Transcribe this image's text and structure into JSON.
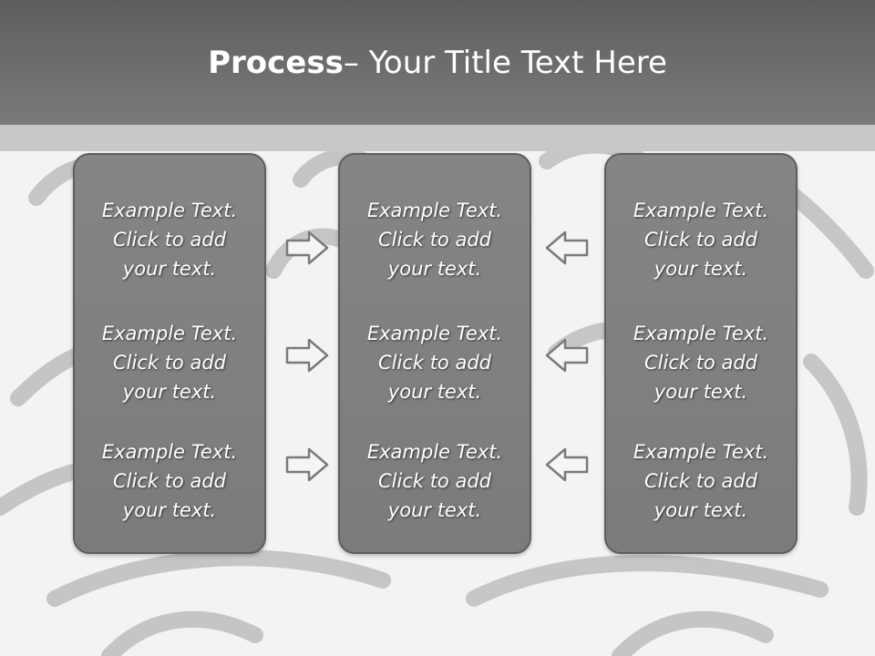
{
  "slide": {
    "title_bold": "Process",
    "title_rest": " – Your Title Text Here"
  },
  "panels": [
    {
      "blocks": [
        {
          "line1": "Example Text.",
          "line2": "Click  to add",
          "line3": "your text."
        },
        {
          "line1": "Example Text.",
          "line2": "Click  to add",
          "line3": "your text."
        },
        {
          "line1": "Example Text.",
          "line2": "Click  to add",
          "line3": "your text."
        }
      ]
    },
    {
      "blocks": [
        {
          "line1": "Example Text.",
          "line2": "Click  to add",
          "line3": "your text."
        },
        {
          "line1": "Example Text.",
          "line2": "Click  to add",
          "line3": "your text."
        },
        {
          "line1": "Example Text.",
          "line2": "Click  to add",
          "line3": "your text."
        }
      ]
    },
    {
      "blocks": [
        {
          "line1": "Example Text.",
          "line2": "Click  to add",
          "line3": "your text."
        },
        {
          "line1": "Example Text.",
          "line2": "Click  to add",
          "line3": "your text."
        },
        {
          "line1": "Example Text.",
          "line2": "Click  to add",
          "line3": "your text."
        }
      ]
    }
  ],
  "colors": {
    "header": "#6b6b6b",
    "panel": "#808080",
    "panel_border": "#5e5e5e",
    "arrow_fill": "#f5f5f5",
    "arrow_stroke": "#7a7a7a",
    "background": "#f3f3f3"
  },
  "icons": {
    "arrow_right": "arrow-right-icon",
    "arrow_left": "arrow-left-icon"
  }
}
